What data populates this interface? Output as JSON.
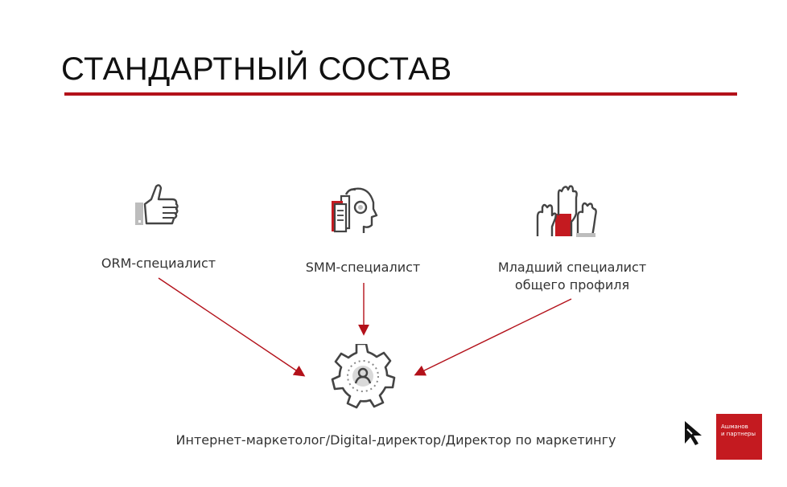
{
  "slide": {
    "title": "СТАНДАРТНЫЙ СОСТАВ"
  },
  "roles": {
    "orm": "ORM-специалист",
    "smm": "SMM-специалист",
    "junior": "Младший специалист общего профиля",
    "main": "Интернет-маркетолог/Digital-директор/Директор по маркетингу"
  },
  "brand": {
    "line1": "Ашманов",
    "line2": "и партнеры"
  },
  "colors": {
    "accent": "#b3111a",
    "icon_gray": "#444444",
    "arrow": "#b3111a"
  },
  "icons": {
    "orm": "thumbs-up-icon",
    "smm": "head-profile-documents-icon",
    "junior": "raised-hands-icon",
    "main": "gear-person-icon",
    "logo": "brand-cursor-logo"
  }
}
